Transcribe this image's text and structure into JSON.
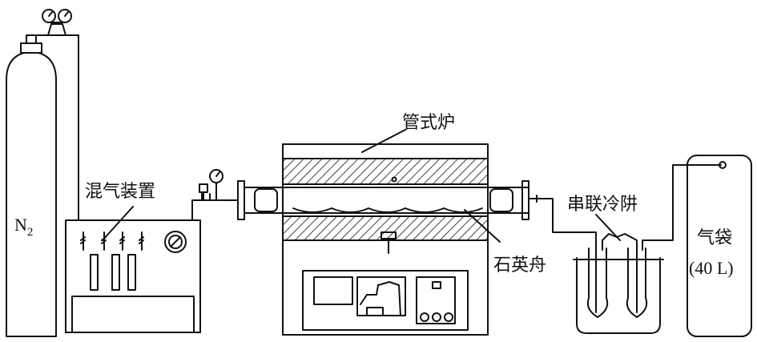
{
  "diagram": {
    "labels": {
      "nitrogen_main": "N",
      "nitrogen_subscript": "2",
      "gas_mixer": "混气装置",
      "tube_furnace": "管式炉",
      "quartz_boat": "石英舟",
      "cold_traps": "串联冷阱",
      "gas_bag": "气袋",
      "gas_bag_volume": "(40 L)"
    },
    "colors": {
      "line": "#111111",
      "background": "#ffffff",
      "panel": "#ffffff"
    },
    "icons": [
      "pressure-gauge-icon",
      "valve-icon",
      "flowmeter-icon",
      "knob-icon",
      "thermocouple-icon"
    ]
  }
}
